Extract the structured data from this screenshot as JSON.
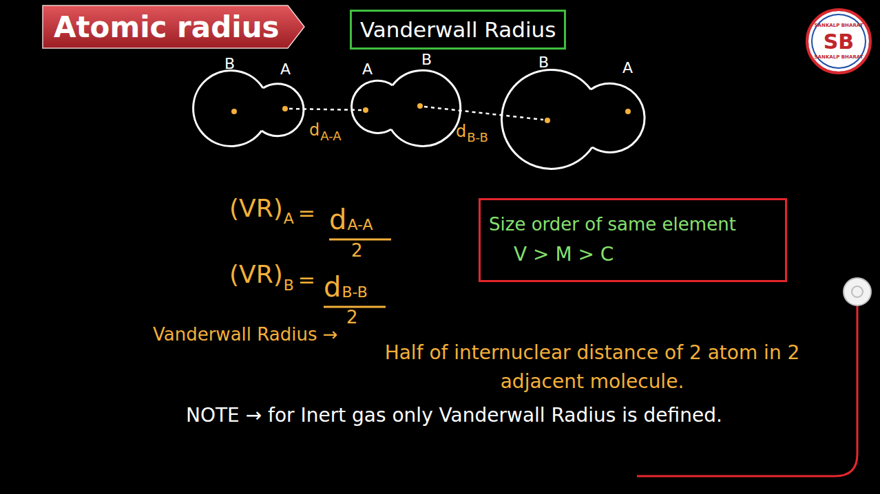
{
  "diagram": {
    "nodes": [
      {
        "text": [
          "Atomic radius"
        ]
      },
      {
        "text": [
          "Vanderwall Radius"
        ]
      },
      {
        "text": [
          "SANKALP BHARAT",
          "SB",
          "SANKALP BHARAT"
        ]
      },
      {
        "text": [
          "Size order of same element",
          "V > M > C"
        ]
      }
    ],
    "labels": [
      "B",
      "A",
      "A",
      "B",
      "B",
      "A",
      "d",
      "A-A",
      "d",
      "B-B",
      "(VR)",
      "A",
      "=",
      "d",
      "A-A",
      "2",
      "(VR)",
      "B",
      "=",
      "d",
      "B-B",
      "2",
      "Vanderwall Radius →",
      "Half of internuclear distance of 2 atom in 2 adjacent molecule.",
      "NOTE → for Inert gas only Vanderwall Radius is defined."
    ]
  }
}
